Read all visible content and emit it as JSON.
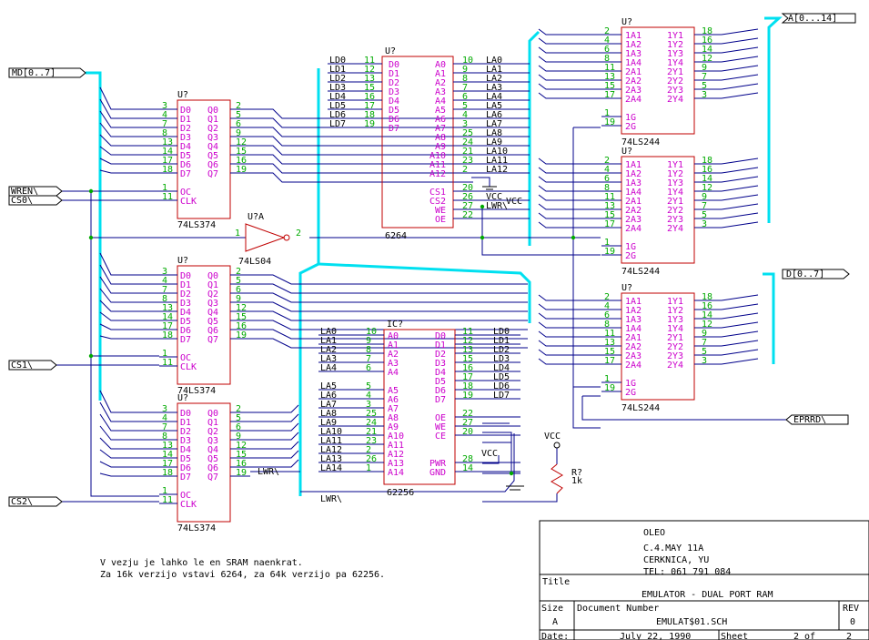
{
  "colors": {
    "wire": "#00008b",
    "bus": "#00e0f0",
    "body": "#c00000",
    "pin_number": "#00a000",
    "pin_name": "#c000c0",
    "net": "#000000"
  },
  "ports": {
    "md": "MD[0..7]",
    "wren": "WREN\\",
    "cs0": "CS0\\",
    "cs1": "CS1\\",
    "cs2": "CS2\\",
    "addr": "A[0...14]",
    "data": "D[0..7]",
    "eprrd": "EPRRD\\"
  },
  "vcc": "VCC",
  "chips": {
    "latch1": {
      "ref": "U?",
      "part": "74LS374",
      "pins": [
        "3",
        "4",
        "7",
        "8",
        "13",
        "14",
        "17",
        "18",
        "1",
        "11"
      ],
      "in_names": [
        "D0",
        "D1",
        "D2",
        "D3",
        "D4",
        "D5",
        "D6",
        "D7",
        "OC",
        "CLK"
      ],
      "out_pins": [
        "2",
        "5",
        "6",
        "9",
        "12",
        "15",
        "16",
        "19"
      ],
      "out_names": [
        "Q0",
        "Q1",
        "Q2",
        "Q3",
        "Q4",
        "Q5",
        "Q6",
        "Q7"
      ]
    },
    "latch2": {
      "ref": "U?",
      "part": "74LS374",
      "pins": [
        "3",
        "4",
        "7",
        "8",
        "13",
        "14",
        "17",
        "18",
        "1",
        "11"
      ],
      "in_names": [
        "D0",
        "D1",
        "D2",
        "D3",
        "D4",
        "D5",
        "D6",
        "D7",
        "OC",
        "CLK"
      ],
      "out_pins": [
        "2",
        "5",
        "6",
        "9",
        "12",
        "15",
        "16",
        "19"
      ],
      "out_names": [
        "Q0",
        "Q1",
        "Q2",
        "Q3",
        "Q4",
        "Q5",
        "Q6",
        "Q7"
      ]
    },
    "latch3": {
      "ref": "U?",
      "part": "74LS374",
      "pins": [
        "3",
        "4",
        "7",
        "8",
        "13",
        "14",
        "17",
        "18",
        "1",
        "11"
      ],
      "in_names": [
        "D0",
        "D1",
        "D2",
        "D3",
        "D4",
        "D5",
        "D6",
        "D7",
        "OC",
        "CLK"
      ],
      "out_pins": [
        "2",
        "5",
        "6",
        "9",
        "12",
        "15",
        "16",
        "19"
      ],
      "out_names": [
        "Q0",
        "Q1",
        "Q2",
        "Q3",
        "Q4",
        "Q5",
        "Q6",
        "Q7"
      ]
    },
    "sram6264": {
      "ref": "U?",
      "part": "6264",
      "left_pins": [
        "11",
        "12",
        "13",
        "15",
        "16",
        "17",
        "18",
        "19"
      ],
      "left_names": [
        "D0",
        "D1",
        "D2",
        "D3",
        "D4",
        "D5",
        "D6",
        "D7"
      ],
      "left_nets": [
        "LD0",
        "LD1",
        "LD2",
        "LD3",
        "LD4",
        "LD5",
        "LD6",
        "LD7"
      ],
      "right_pins": [
        "10",
        "9",
        "8",
        "7",
        "6",
        "5",
        "4",
        "3",
        "25",
        "24",
        "21",
        "23",
        "2",
        "20",
        "26",
        "27",
        "22"
      ],
      "right_names": [
        "A0",
        "A1",
        "A2",
        "A3",
        "A4",
        "A5",
        "A6",
        "A7",
        "A8",
        "A9",
        "A10",
        "A11",
        "A12",
        "CS1",
        "CS2",
        "WE",
        "OE"
      ],
      "right_nets": [
        "LA0",
        "LA1",
        "LA2",
        "LA3",
        "LA4",
        "LA5",
        "LA6",
        "LA7",
        "LA8",
        "LA9",
        "LA10",
        "LA11",
        "LA12",
        "",
        "VCC",
        "LWR\\",
        ""
      ]
    },
    "sram62256": {
      "ref": "IC?",
      "part": "62256",
      "left_pins": [
        "10",
        "9",
        "8",
        "7",
        "6",
        "5",
        "4",
        "3",
        "25",
        "24",
        "21",
        "23",
        "2",
        "26",
        "1"
      ],
      "left_names": [
        "A0",
        "A1",
        "A2",
        "A3",
        "A4",
        "A5",
        "A6",
        "A7",
        "A8",
        "A9",
        "A10",
        "A11",
        "A12",
        "A13",
        "A14"
      ],
      "left_nets": [
        "LA0",
        "LA1",
        "LA2",
        "LA3",
        "LA4",
        "LA5",
        "LA6",
        "LA7",
        "LA8",
        "LA9",
        "LA10",
        "LA11",
        "LA12",
        "LA13",
        "LA14"
      ],
      "right_pins": [
        "11",
        "12",
        "13",
        "15",
        "16",
        "17",
        "18",
        "19",
        "22",
        "27",
        "20",
        "28",
        "14"
      ],
      "right_names": [
        "D0",
        "D1",
        "D2",
        "D3",
        "D4",
        "D5",
        "D6",
        "D7",
        "OE",
        "WE",
        "CE",
        "PWR",
        "GND"
      ],
      "right_nets": [
        "LD0",
        "LD1",
        "LD2",
        "LD3",
        "LD4",
        "LD5",
        "LD6",
        "LD7",
        "",
        "",
        "",
        "",
        ""
      ]
    },
    "buf1": {
      "ref": "U?",
      "part": "74LS244",
      "in_pins": [
        "2",
        "4",
        "6",
        "8",
        "11",
        "13",
        "15",
        "17",
        "1",
        "19"
      ],
      "in_names": [
        "1A1",
        "1A2",
        "1A3",
        "1A4",
        "2A1",
        "2A2",
        "2A3",
        "2A4",
        "1G",
        "2G"
      ],
      "out_pins": [
        "18",
        "16",
        "14",
        "12",
        "9",
        "7",
        "5",
        "3"
      ],
      "out_names": [
        "1Y1",
        "1Y2",
        "1Y3",
        "1Y4",
        "2Y1",
        "2Y2",
        "2Y3",
        "2Y4"
      ]
    },
    "buf2": {
      "ref": "U?",
      "part": "74LS244",
      "in_pins": [
        "2",
        "4",
        "6",
        "8",
        "11",
        "13",
        "15",
        "17",
        "1",
        "19"
      ],
      "in_names": [
        "1A1",
        "1A2",
        "1A3",
        "1A4",
        "2A1",
        "2A2",
        "2A3",
        "2A4",
        "1G",
        "2G"
      ],
      "out_pins": [
        "18",
        "16",
        "14",
        "12",
        "9",
        "7",
        "5",
        "3"
      ],
      "out_names": [
        "1Y1",
        "1Y2",
        "1Y3",
        "1Y4",
        "2Y1",
        "2Y2",
        "2Y3",
        "2Y4"
      ]
    },
    "buf3": {
      "ref": "U?",
      "part": "74LS244",
      "in_pins": [
        "2",
        "4",
        "6",
        "8",
        "11",
        "13",
        "15",
        "17",
        "1",
        "19"
      ],
      "in_names": [
        "1A1",
        "1A2",
        "1A3",
        "1A4",
        "2A1",
        "2A2",
        "2A3",
        "2A4",
        "1G",
        "2G"
      ],
      "out_pins": [
        "18",
        "16",
        "14",
        "12",
        "9",
        "7",
        "5",
        "3"
      ],
      "out_names": [
        "1Y1",
        "1Y2",
        "1Y3",
        "1Y4",
        "2Y1",
        "2Y2",
        "2Y3",
        "2Y4"
      ]
    },
    "inverter": {
      "ref": "U?A",
      "part": "74LS04",
      "pin_in": "1",
      "pin_out": "2"
    },
    "resistor": {
      "ref": "R?",
      "value": "1k"
    }
  },
  "latch3_out_net": "LWR\\",
  "lwr_net": "LWR\\",
  "note": [
    "V vezju je lahko le en SRAM naenkrat.",
    "Za 16k verzijo vstavi 6264, za 64k verzijo pa 62256."
  ],
  "title_block": {
    "company": "OLEO",
    "addr_lines": [
      "C.4.MAY 11A",
      "CERKNICA, YU",
      "TEL: 061 791 084"
    ],
    "title_label": "Title",
    "title": "EMULATOR - DUAL PORT RAM",
    "size_label": "Size",
    "size": "A",
    "docnum_label": "Document Number",
    "docnum": "EMULAT$01.SCH",
    "rev_label": "REV",
    "rev": "0",
    "date_label": "Date:",
    "date": "July 22, 1990",
    "sheet_label": "Sheet",
    "sheet": "2 of",
    "sheet_total": "2"
  }
}
